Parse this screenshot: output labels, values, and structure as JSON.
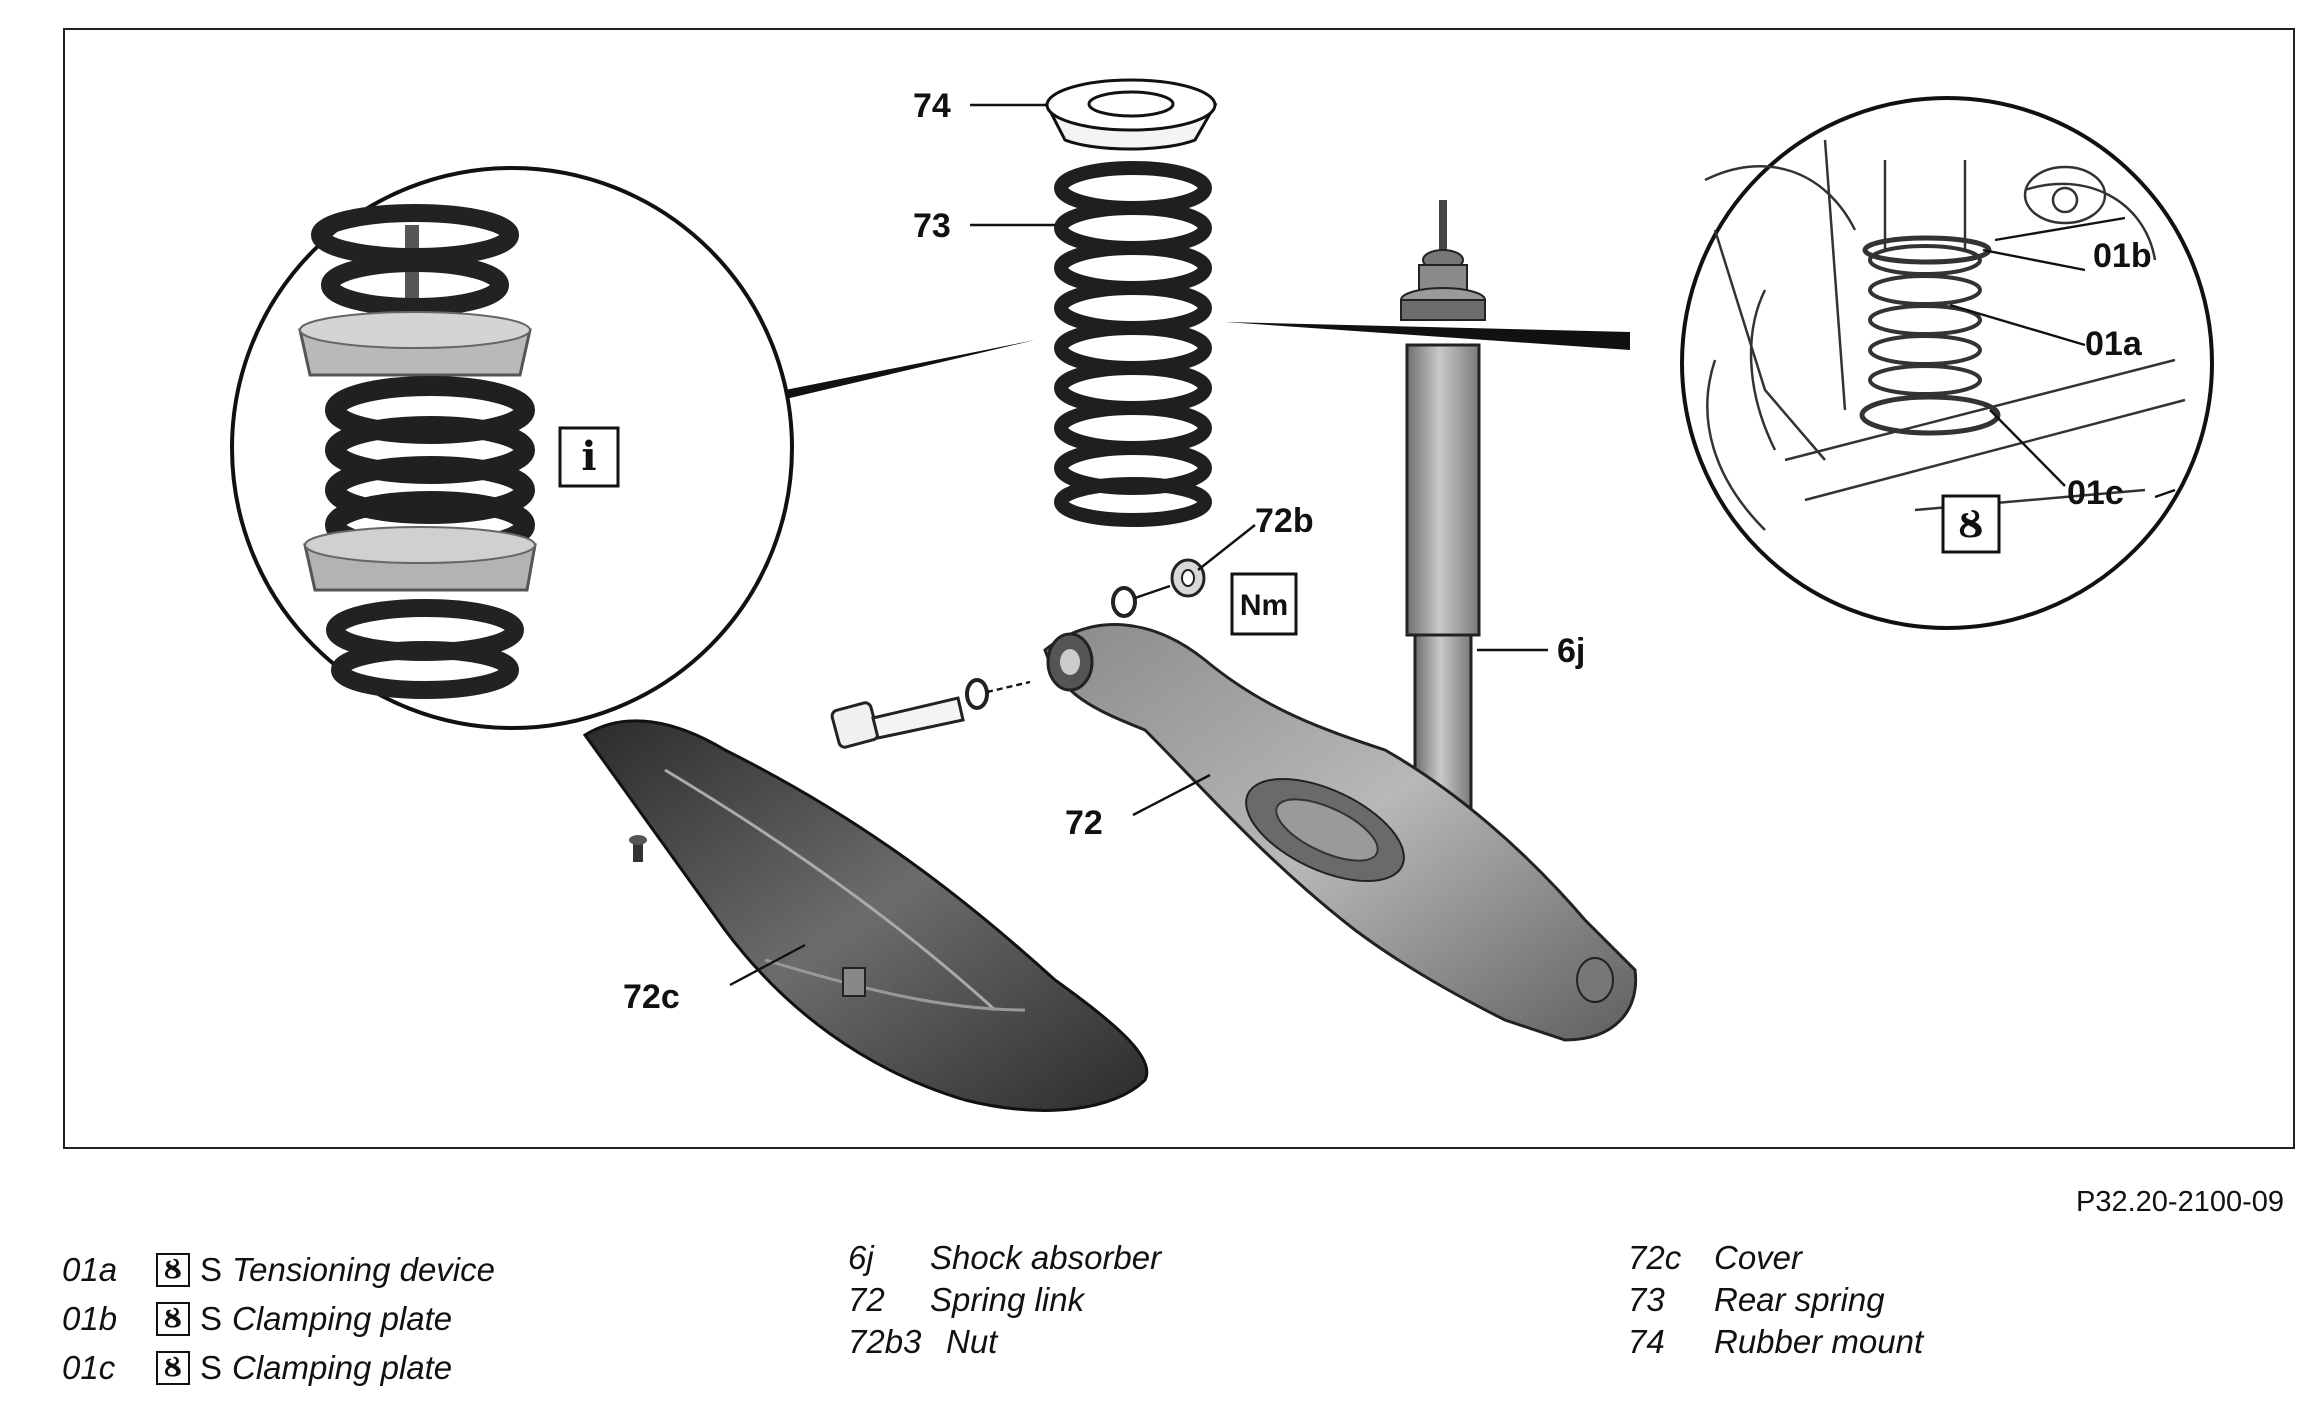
{
  "figure": {
    "code": "P32.20-2100-09",
    "callouts": {
      "c74": "74",
      "c73": "73",
      "c72b": "72b",
      "c6j": "6j",
      "c72": "72",
      "c72c": "72c",
      "c01b": "01b",
      "c01a": "01a",
      "c01c": "01c"
    },
    "symbols": {
      "info": "i",
      "torque": "Nm",
      "tool": "Ȣ"
    }
  },
  "legend": {
    "col1": [
      {
        "code": "01a",
        "prefix": "S",
        "label": "Tensioning device"
      },
      {
        "code": "01b",
        "prefix": "S",
        "label": "Clamping plate"
      },
      {
        "code": "01c",
        "prefix": "S",
        "label": "Clamping plate"
      }
    ],
    "col2": [
      {
        "code": "6j",
        "label": "Shock absorber"
      },
      {
        "code": "72",
        "label": "Spring link"
      },
      {
        "code": "72b3",
        "label": "Nut"
      }
    ],
    "col3": [
      {
        "code": "72c",
        "label": "Cover"
      },
      {
        "code": "73",
        "label": "Rear spring"
      },
      {
        "code": "74",
        "label": "Rubber mount"
      }
    ]
  },
  "colors": {
    "line": "#111111",
    "metal": "#9a9a9a",
    "dark_part": "#3a3a3a",
    "frame": "#222222"
  }
}
